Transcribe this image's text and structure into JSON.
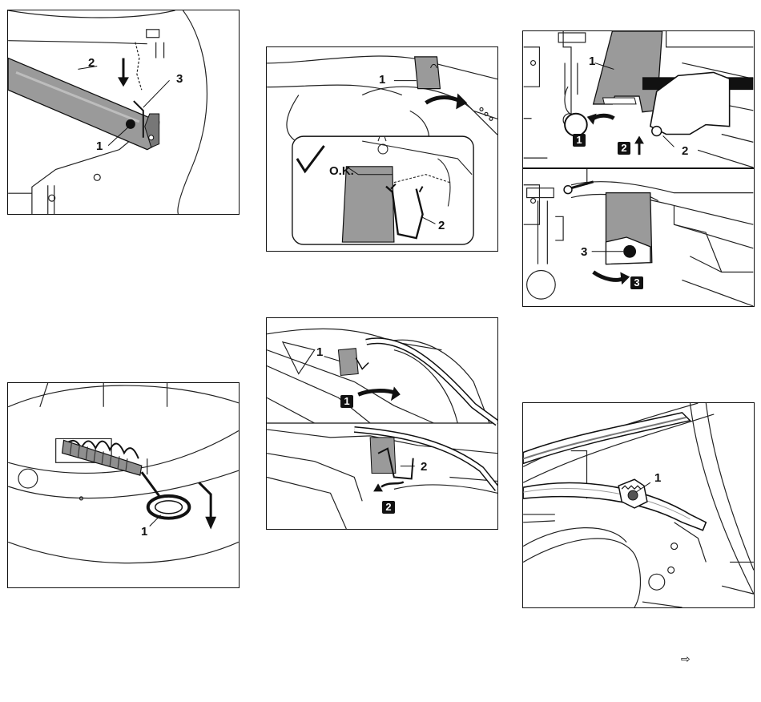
{
  "figures": {
    "fig1": {
      "labels": [
        "1",
        "2",
        "3"
      ]
    },
    "fig2": {
      "labels": [
        "1"
      ]
    },
    "fig3": {
      "labels": [
        "1",
        "2"
      ],
      "ok_label": "O.K."
    },
    "fig4": {
      "labels": [
        "1",
        "2"
      ],
      "steps": [
        "1",
        "2"
      ]
    },
    "fig5": {
      "labels": [
        "1",
        "2"
      ],
      "steps": [
        "1",
        "2"
      ]
    },
    "fig6": {
      "labels": [
        "3"
      ],
      "steps": [
        "3"
      ]
    },
    "fig7": {
      "labels": [
        "1"
      ]
    }
  },
  "next_page_indicator": "⇨"
}
